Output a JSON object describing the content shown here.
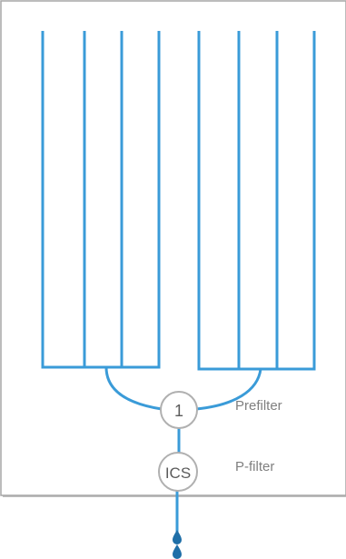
{
  "diagram": {
    "nodes": [
      {
        "id": "node-1",
        "label": "1",
        "description": "Prefilter"
      },
      {
        "id": "node-ics",
        "label": "ICS",
        "description": "P-filter"
      }
    ],
    "branches": {
      "left_group_count": 4,
      "right_group_count": 4
    },
    "outlet_drops": 2,
    "colors": {
      "pipe": "#3a9bd8",
      "frame_border": "#a6a6a6",
      "frame_shadow": "#bfbfbf",
      "node_border": "#b0b0b0",
      "node_text": "#5b5b5b",
      "label_text": "#7f7f7f",
      "drop": "#1f6fa8"
    }
  }
}
